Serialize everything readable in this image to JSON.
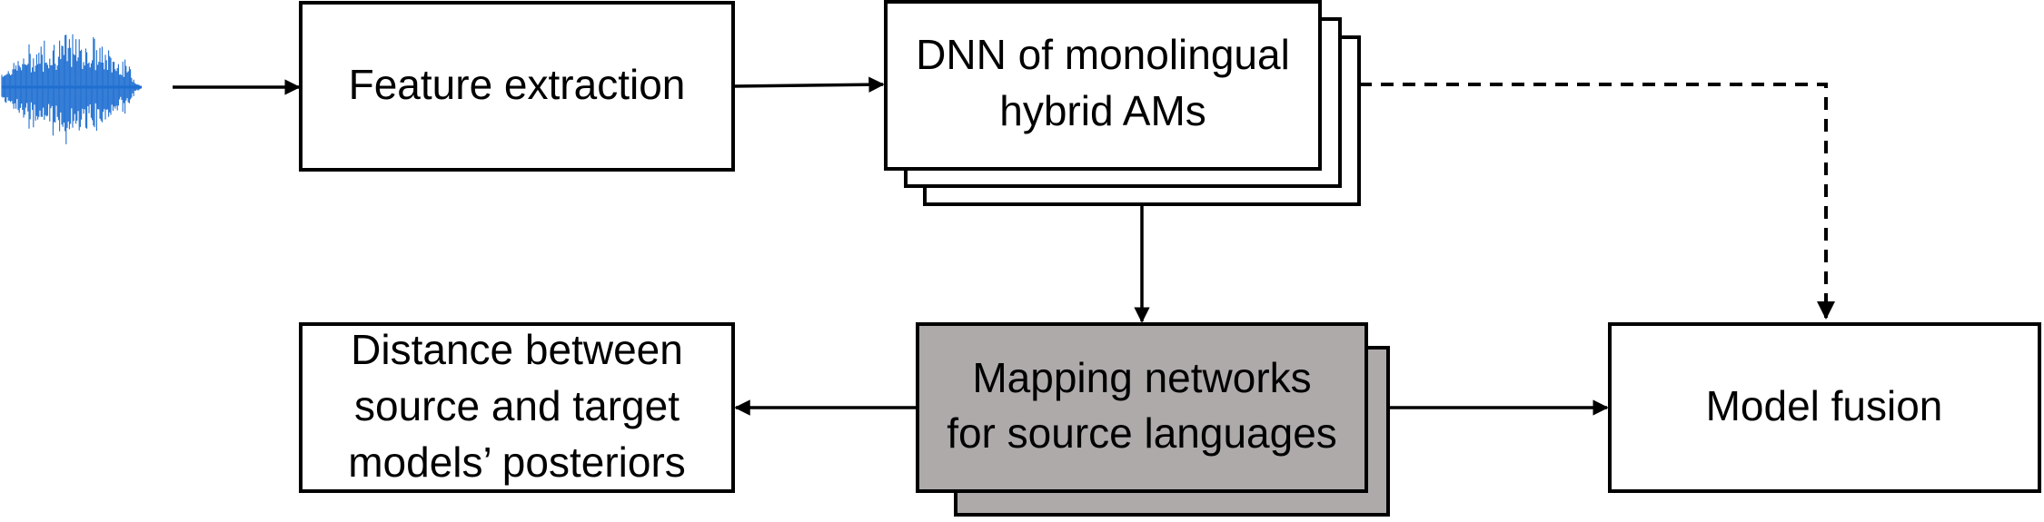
{
  "nodes": {
    "feature_extraction": {
      "label": "Feature extraction"
    },
    "dnn": {
      "lines": [
        "DNN of monolingual",
        "hybrid AMs"
      ]
    },
    "distance": {
      "lines": [
        "Distance between",
        "source and target",
        "models’ posteriors"
      ]
    },
    "mapping": {
      "lines": [
        "Mapping networks",
        "for source languages"
      ]
    },
    "model_fusion": {
      "label": "Model fusion"
    }
  },
  "colors": {
    "waveform": "#1f6fd1",
    "mapping_fill": "#aeaaaa",
    "stroke": "#000000"
  }
}
